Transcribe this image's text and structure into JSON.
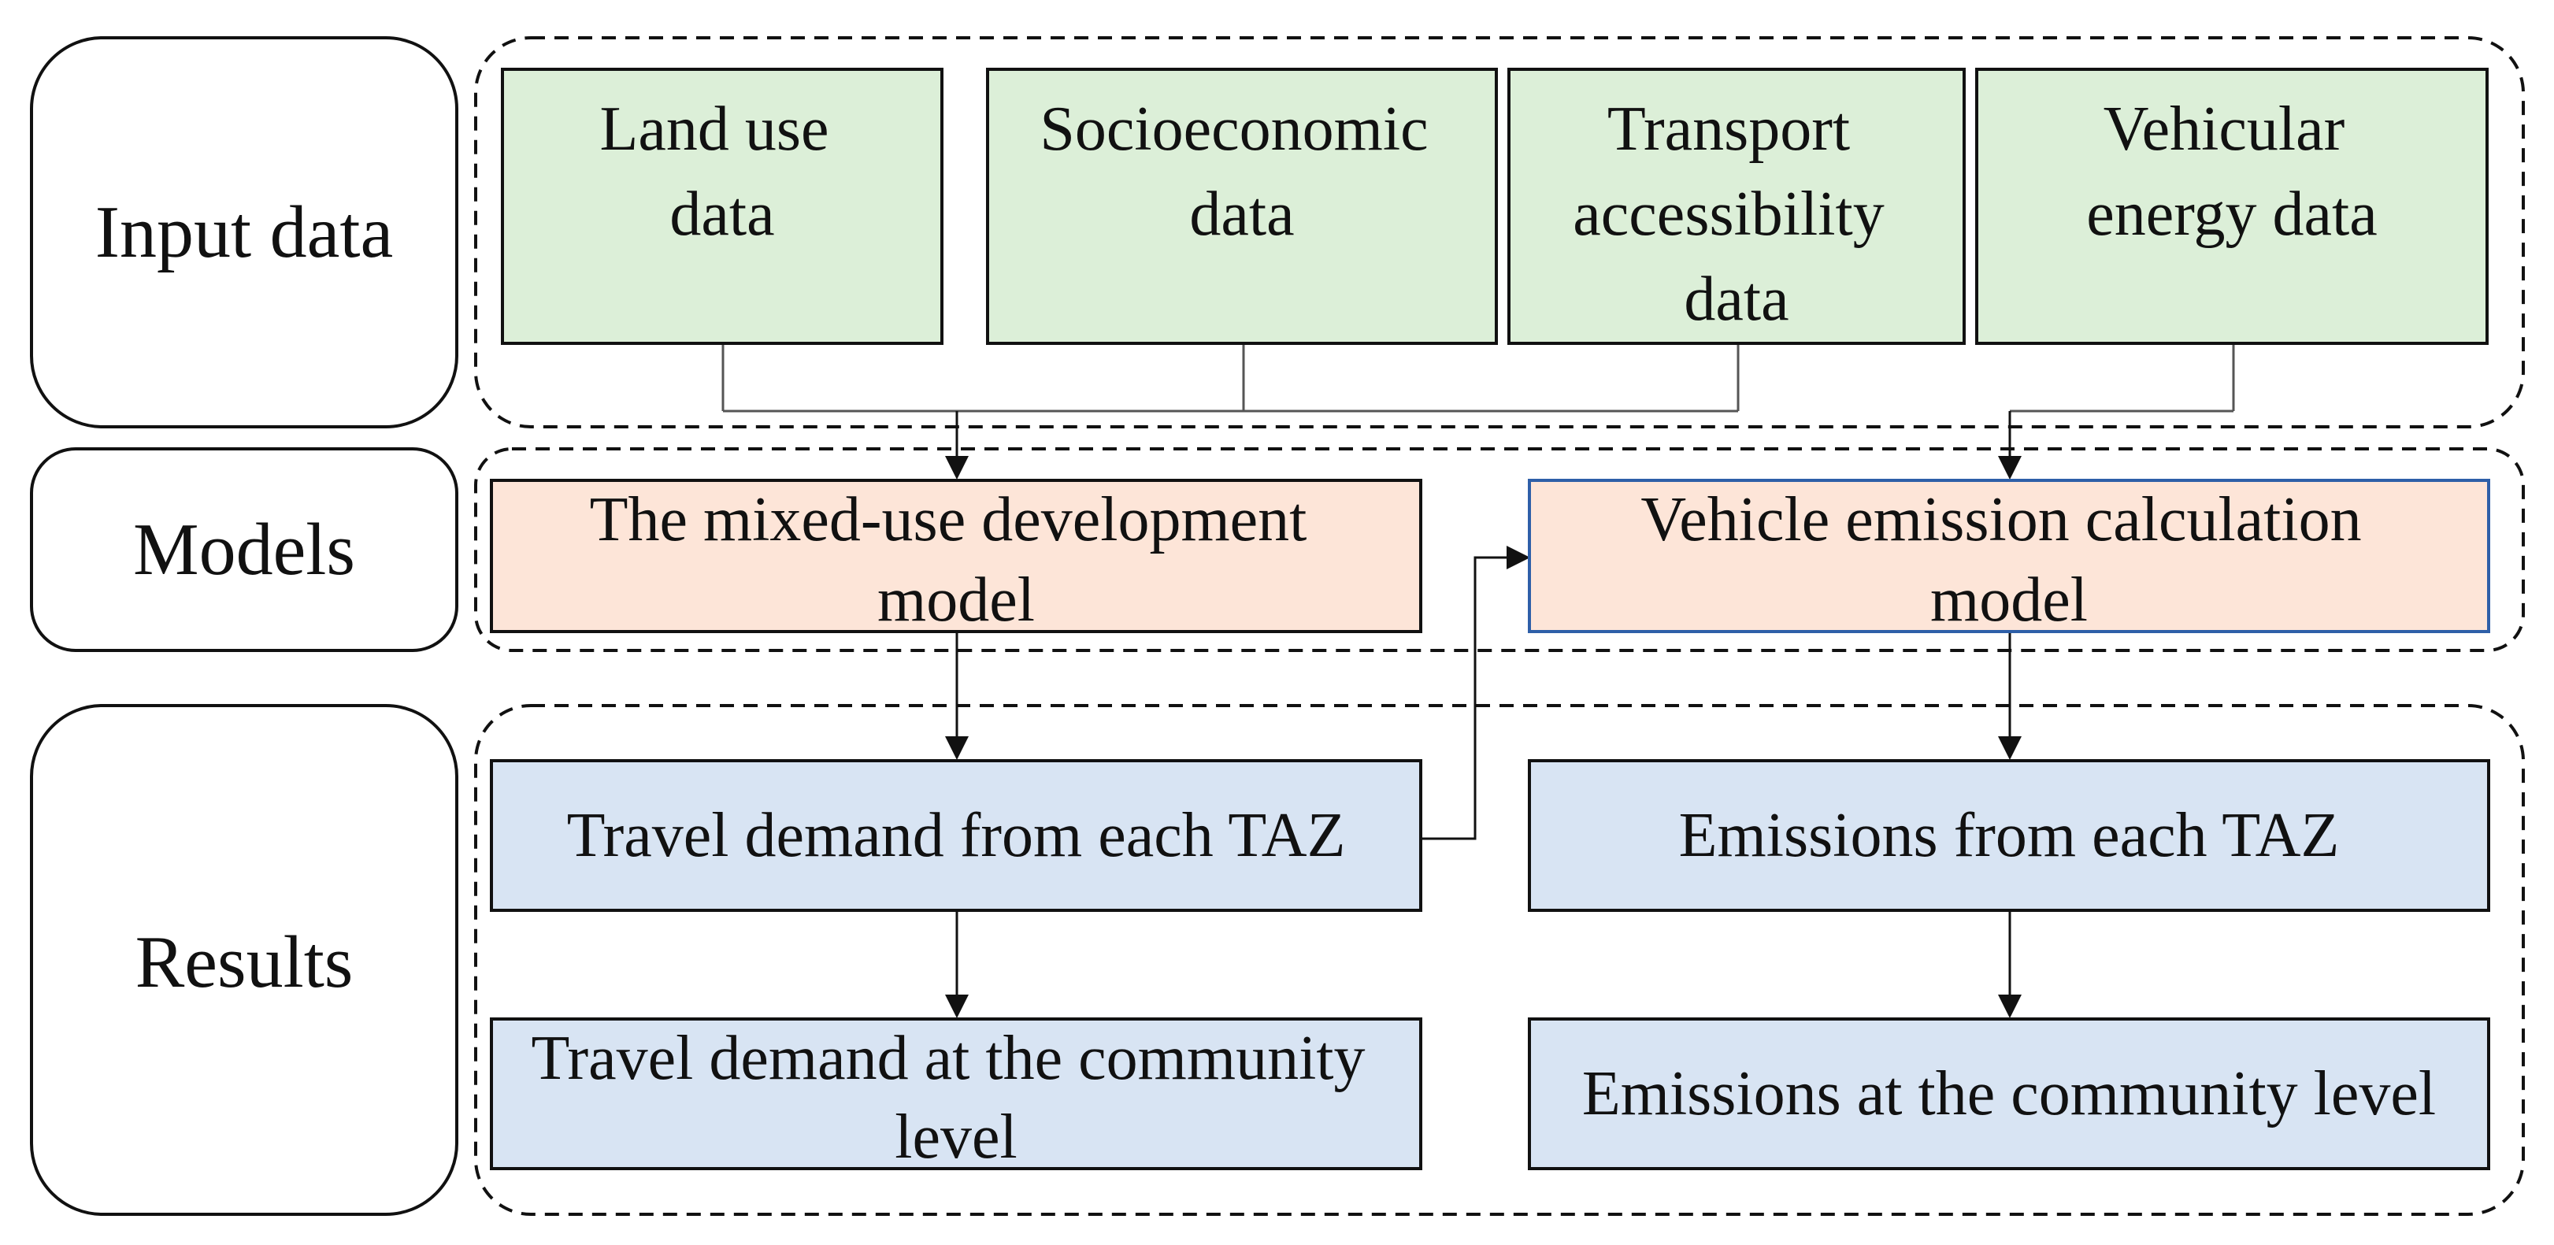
{
  "colors": {
    "input_fill": "#dcefd8",
    "model_fill": "#fde5d8",
    "result_fill": "#d8e4f3",
    "model_border_accent": "#2e5fa8",
    "stroke": "#111111",
    "connector": "#555555"
  },
  "rows": {
    "input": {
      "label": "Input data"
    },
    "models": {
      "label": "Models"
    },
    "results": {
      "label": "Results"
    }
  },
  "inputs": {
    "land_use": {
      "lines": [
        "Land use",
        "data"
      ]
    },
    "socioeconomic": {
      "lines": [
        "Socioeconomic",
        "data"
      ]
    },
    "transport": {
      "lines": [
        "Transport",
        "accessibility",
        "data"
      ]
    },
    "vehicular": {
      "lines": [
        "Vehicular",
        "energy data"
      ]
    }
  },
  "models": {
    "mixed_use": {
      "lines": [
        "The mixed-use development",
        "model"
      ]
    },
    "emission_calc": {
      "lines": [
        "Vehicle emission calculation",
        "model"
      ]
    }
  },
  "results": {
    "travel_taz": {
      "lines": [
        "Travel demand from each TAZ"
      ]
    },
    "emissions_taz": {
      "lines": [
        "Emissions from each TAZ"
      ]
    },
    "travel_community": {
      "lines": [
        "Travel demand at the community",
        "level"
      ]
    },
    "emissions_community": {
      "lines": [
        "Emissions at the community level"
      ]
    }
  }
}
